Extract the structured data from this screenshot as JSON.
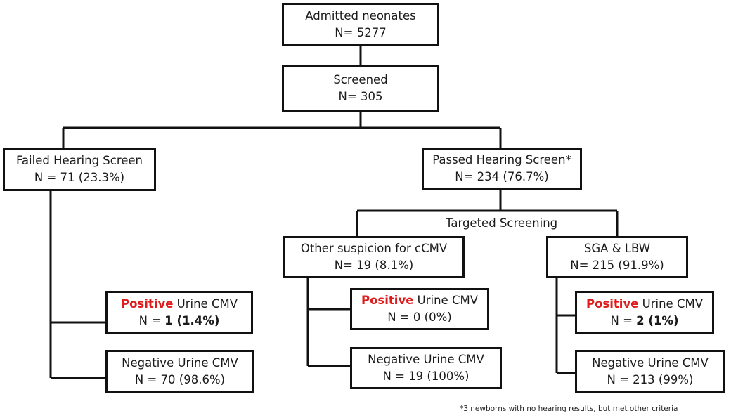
{
  "nodes": {
    "admitted": {
      "line1": "Admitted neonates",
      "line2": "N= 5277"
    },
    "screened": {
      "line1": "Screened",
      "line2": "N= 305"
    },
    "failed": {
      "line1": "Failed Hearing Screen",
      "line2": "N = 71 (23.3%)"
    },
    "passed": {
      "line1": "Passed Hearing Screen*",
      "line2": "N= 234 (76.7%)"
    },
    "other": {
      "line1": "Other suspicion for cCMV",
      "line2": "N= 19 (8.1%)"
    },
    "sga": {
      "line1": "SGA & LBW",
      "line2": "N= 215 (91.9%)"
    },
    "failed_pos": {
      "positive_word": "Positive",
      "rest": " Urine CMV",
      "n_prefix": "N = ",
      "n_bold": "1 (1.4%)"
    },
    "failed_neg": {
      "line1": "Negative Urine CMV",
      "line2": "N = 70 (98.6%)"
    },
    "other_pos": {
      "positive_word": "Positive",
      "rest": " Urine CMV",
      "line2": "N = 0 (0%)"
    },
    "other_neg": {
      "line1": "Negative Urine CMV",
      "line2": "N = 19 (100%)"
    },
    "sga_pos": {
      "positive_word": "Positive",
      "rest": " Urine CMV",
      "n_prefix": "N = ",
      "n_bold": "2 (1%)"
    },
    "sga_neg": {
      "line1": "Negative Urine CMV",
      "line2": "N = 213 (99%)"
    }
  },
  "targeted_label": "Targeted Screening",
  "footnote": "*3 newborns with no hearing results, but met other criteria",
  "colors": {
    "positive": "#e01b1b",
    "line": "#111111"
  }
}
